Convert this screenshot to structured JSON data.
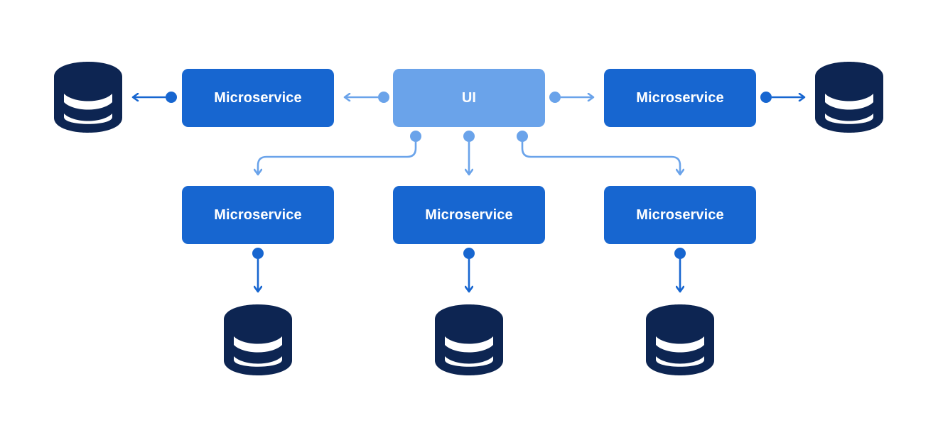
{
  "ui_node": {
    "label": "UI"
  },
  "services": [
    {
      "label": "Microservice"
    },
    {
      "label": "Microservice"
    },
    {
      "label": "Microservice"
    },
    {
      "label": "Microservice"
    },
    {
      "label": "Microservice"
    }
  ],
  "databases": [
    {
      "icon": "database-icon"
    },
    {
      "icon": "database-icon"
    },
    {
      "icon": "database-icon"
    },
    {
      "icon": "database-icon"
    },
    {
      "icon": "database-icon"
    }
  ],
  "colors": {
    "service_box": "#1766d0",
    "ui_box": "#6aa3ea",
    "ui_connector": "#6aa3ea",
    "service_connector": "#1766d0",
    "database": "#0d2552"
  }
}
